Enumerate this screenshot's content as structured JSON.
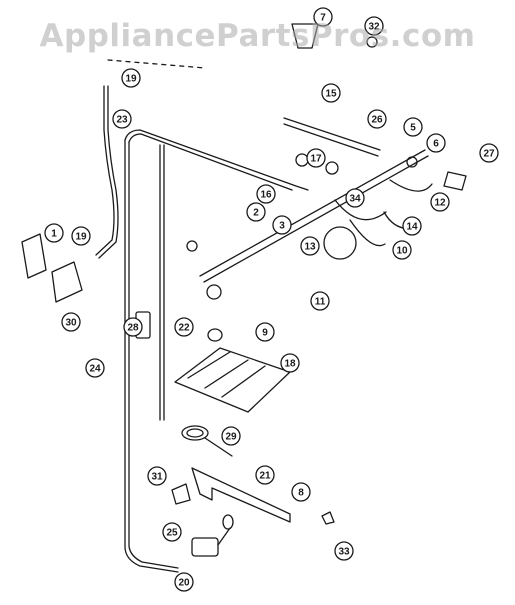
{
  "watermark": "AppliancePartsPros.com",
  "callouts": [
    "1",
    "2",
    "3",
    "5",
    "6",
    "7",
    "8",
    "9",
    "10",
    "11",
    "12",
    "13",
    "14",
    "15",
    "16",
    "17",
    "18",
    "19",
    "19",
    "20",
    "21",
    "22",
    "23",
    "24",
    "25",
    "26",
    "27",
    "28",
    "29",
    "30",
    "31",
    "32",
    "33",
    "34"
  ],
  "colors": {
    "ink": "#1a1a1a",
    "paper": "#ffffff",
    "watermark": "#aaaaaa"
  }
}
